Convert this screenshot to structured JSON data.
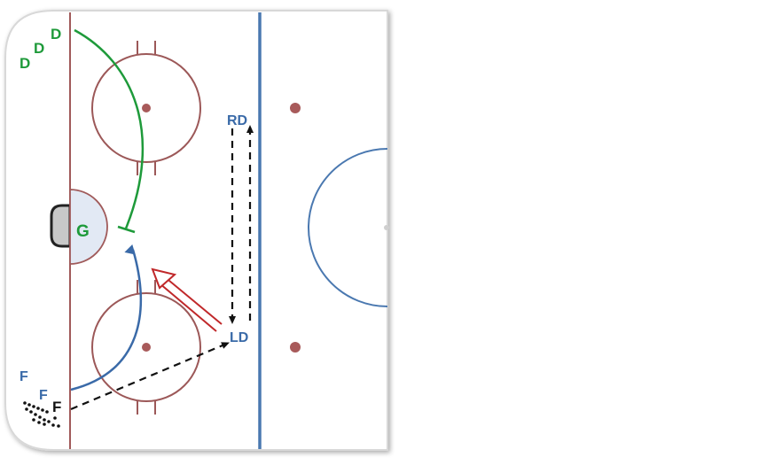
{
  "diagram": {
    "colors": {
      "goal_line": "#a05a5a",
      "blue_line": "#4a78b0",
      "circle": "#9c5858",
      "dot": "#a85a5a",
      "green": "#1e9a3a",
      "blue_text": "#3a6aa8",
      "red_pass": "#c0282a",
      "black": "#111111"
    },
    "labels": {
      "d1": "D",
      "d2": "D",
      "d3": "D",
      "goalie": "G",
      "right_d": "RD",
      "left_d": "LD",
      "f1": "F",
      "f2": "F",
      "f3": "F"
    }
  }
}
